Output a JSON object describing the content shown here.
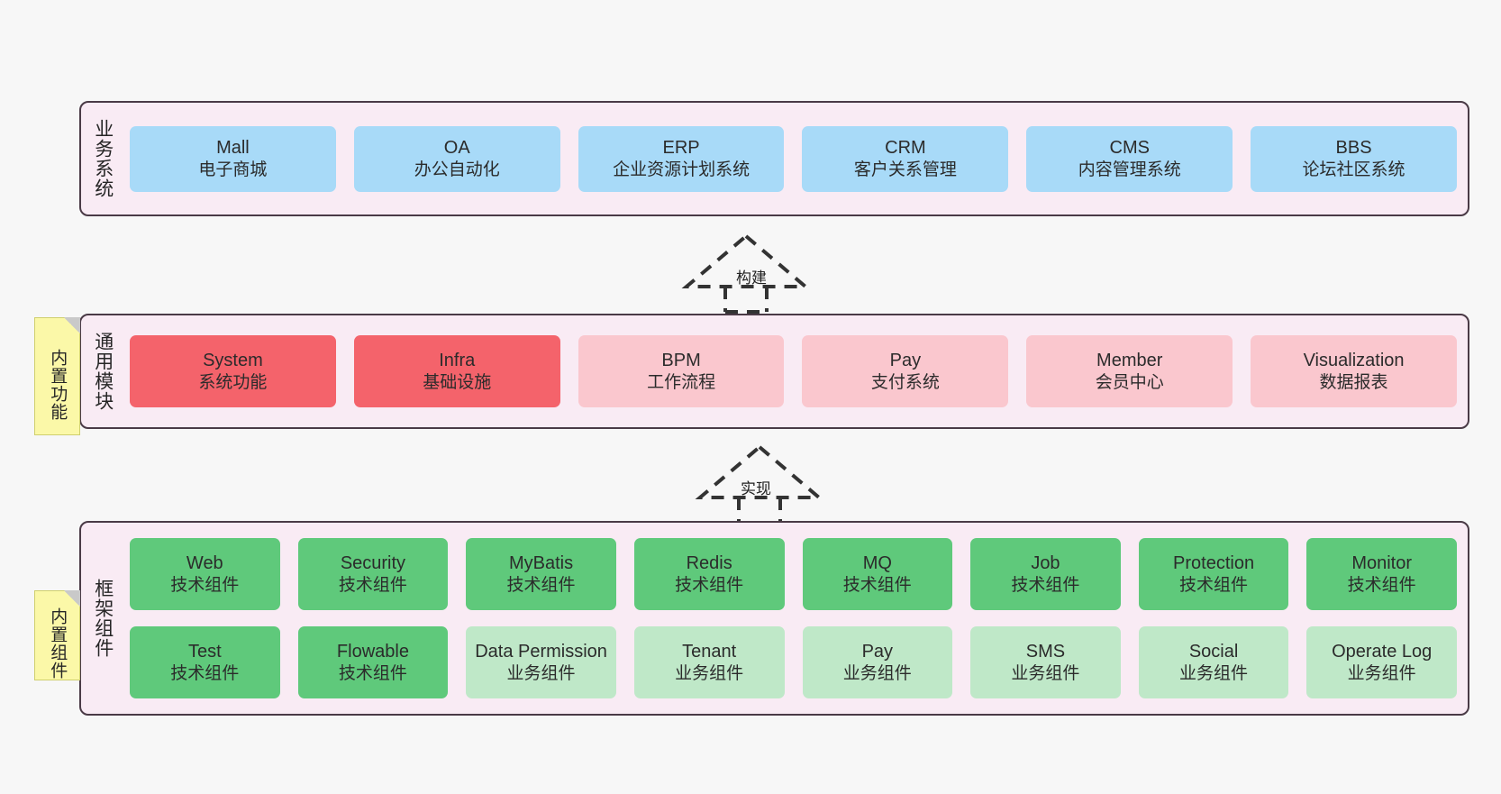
{
  "diagram": {
    "background_color": "#f7f7f7",
    "panel_fill": "#f9ebf4",
    "panel_border": "#4a3a46",
    "note_fill": "#fbf8a8",
    "colors": {
      "business_box": "#a8daf8",
      "module_core": "#f4636b",
      "module_optional": "#fac7ce",
      "framework_tech": "#5fc97b",
      "framework_business": "#bfe8c8"
    }
  },
  "notes": [
    {
      "name": "builtin-function",
      "label": "内置功能"
    },
    {
      "name": "builtin-component",
      "label": "内置组件"
    }
  ],
  "arrows": [
    {
      "name": "build",
      "label": "构建"
    },
    {
      "name": "implement",
      "label": "实现"
    }
  ],
  "panels": [
    {
      "name": "business-system",
      "title": "业务系统",
      "rows": [
        {
          "cells": [
            {
              "t1": "Mall",
              "t2": "电子商城",
              "style": "c-blue"
            },
            {
              "t1": "OA",
              "t2": "办公自动化",
              "style": "c-blue"
            },
            {
              "t1": "ERP",
              "t2": "企业资源计划系统",
              "style": "c-blue"
            },
            {
              "t1": "CRM",
              "t2": "客户关系管理",
              "style": "c-blue"
            },
            {
              "t1": "CMS",
              "t2": "内容管理系统",
              "style": "c-blue"
            },
            {
              "t1": "BBS",
              "t2": "论坛社区系统",
              "style": "c-blue"
            }
          ]
        }
      ]
    },
    {
      "name": "common-modules",
      "title": "通用模块",
      "rows": [
        {
          "cells": [
            {
              "t1": "System",
              "t2": "系统功能",
              "style": "c-red"
            },
            {
              "t1": "Infra",
              "t2": "基础设施",
              "style": "c-red"
            },
            {
              "t1": "BPM",
              "t2": "工作流程",
              "style": "c-pink"
            },
            {
              "t1": "Pay",
              "t2": "支付系统",
              "style": "c-pink"
            },
            {
              "t1": "Member",
              "t2": "会员中心",
              "style": "c-pink"
            },
            {
              "t1": "Visualization",
              "t2": "数据报表",
              "style": "c-pink"
            }
          ]
        }
      ]
    },
    {
      "name": "framework-components",
      "title": "框架组件",
      "rows": [
        {
          "cells": [
            {
              "t1": "Web",
              "t2": "技术组件",
              "style": "c-green"
            },
            {
              "t1": "Security",
              "t2": "技术组件",
              "style": "c-green"
            },
            {
              "t1": "MyBatis",
              "t2": "技术组件",
              "style": "c-green"
            },
            {
              "t1": "Redis",
              "t2": "技术组件",
              "style": "c-green"
            },
            {
              "t1": "MQ",
              "t2": "技术组件",
              "style": "c-green"
            },
            {
              "t1": "Job",
              "t2": "技术组件",
              "style": "c-green"
            },
            {
              "t1": "Protection",
              "t2": "技术组件",
              "style": "c-green"
            },
            {
              "t1": "Monitor",
              "t2": "技术组件",
              "style": "c-green"
            }
          ]
        },
        {
          "cells": [
            {
              "t1": "Test",
              "t2": "技术组件",
              "style": "c-green"
            },
            {
              "t1": "Flowable",
              "t2": "技术组件",
              "style": "c-green"
            },
            {
              "t1": "Data Permission",
              "t2": "业务组件",
              "style": "c-greenlt"
            },
            {
              "t1": "Tenant",
              "t2": "业务组件",
              "style": "c-greenlt"
            },
            {
              "t1": "Pay",
              "t2": "业务组件",
              "style": "c-greenlt"
            },
            {
              "t1": "SMS",
              "t2": "业务组件",
              "style": "c-greenlt"
            },
            {
              "t1": "Social",
              "t2": "业务组件",
              "style": "c-greenlt"
            },
            {
              "t1": "Operate Log",
              "t2": "业务组件",
              "style": "c-greenlt"
            }
          ]
        }
      ]
    }
  ]
}
